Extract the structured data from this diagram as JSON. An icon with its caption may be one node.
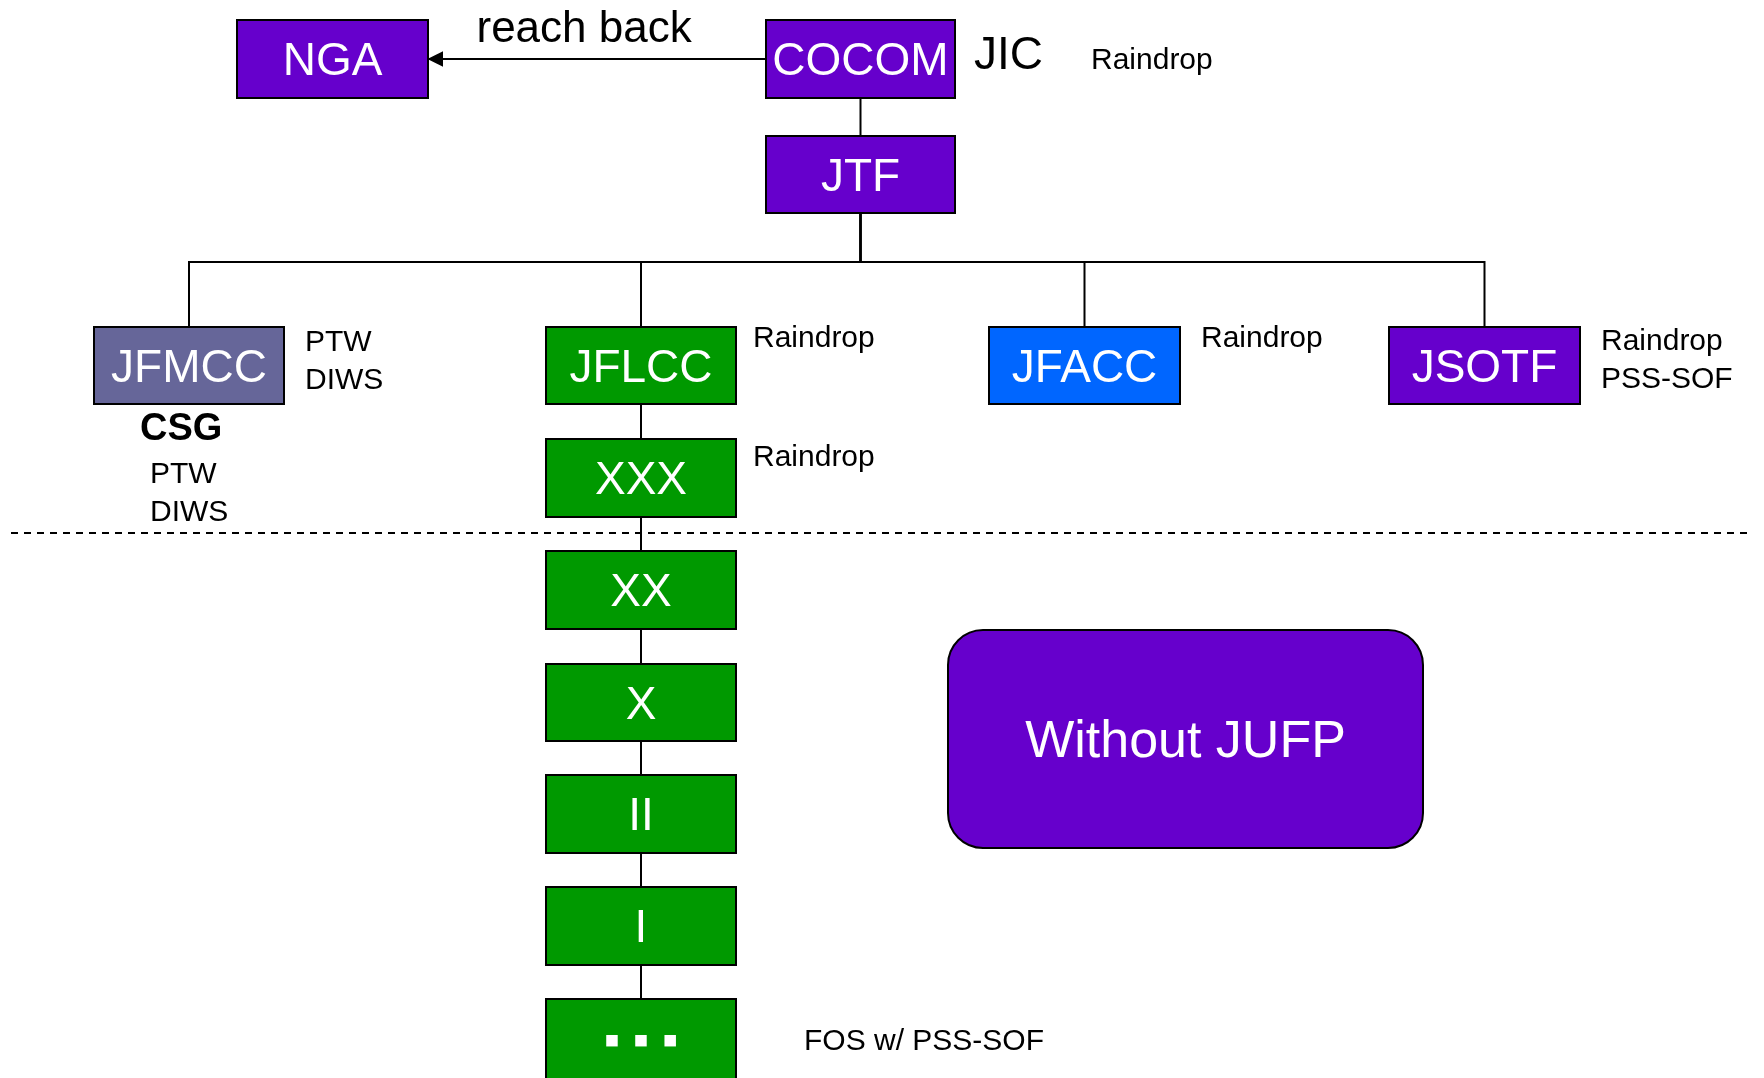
{
  "diagram": {
    "nodes": [
      {
        "text": [
          "NGA"
        ]
      },
      {
        "text": [
          "COCOM"
        ],
        "beside": [
          "JIC",
          "Raindrop"
        ]
      },
      {
        "text": [
          "JTF"
        ]
      },
      {
        "text": [
          "JFMCC"
        ],
        "beside": [
          "PTW",
          "DIWS"
        ]
      },
      {
        "text": [
          "JFLCC"
        ],
        "beside": [
          "Raindrop"
        ]
      },
      {
        "text": [
          "JFACC"
        ],
        "beside": [
          "Raindrop"
        ]
      },
      {
        "text": [
          "JSOTF"
        ],
        "beside": [
          "Raindrop",
          "PSS-SOF"
        ]
      },
      {
        "text": [
          "XXX"
        ],
        "beside": [
          "Raindrop"
        ]
      },
      {
        "text": [
          "XX"
        ]
      },
      {
        "text": [
          "X"
        ]
      },
      {
        "text": [
          "II"
        ]
      },
      {
        "text": [
          "I"
        ]
      },
      {
        "text": [
          "▪ ▪ ▪"
        ],
        "beside": [
          "FOS w/ PSS-SOF"
        ]
      },
      {
        "text": [
          "Without JUFP"
        ]
      }
    ],
    "edges": [
      {
        "from": 1,
        "to": 0,
        "arrow": "to",
        "label": "reach back"
      },
      {
        "from": 1,
        "to": 2,
        "arrow": "none"
      },
      {
        "from": 2,
        "to": 3,
        "arrow": "none"
      },
      {
        "from": 2,
        "to": 4,
        "arrow": "none"
      },
      {
        "from": 2,
        "to": 5,
        "arrow": "none"
      },
      {
        "from": 2,
        "to": 6,
        "arrow": "none"
      },
      {
        "from": 4,
        "to": 7,
        "arrow": "none"
      },
      {
        "from": 7,
        "to": 8,
        "arrow": "none"
      },
      {
        "from": 8,
        "to": 9,
        "arrow": "none"
      },
      {
        "from": 9,
        "to": 10,
        "arrow": "none"
      },
      {
        "from": 10,
        "to": 11,
        "arrow": "none"
      },
      {
        "from": 11,
        "to": 12,
        "arrow": "none"
      }
    ],
    "labels": [
      "CSG",
      "PTW",
      "DIWS"
    ]
  }
}
